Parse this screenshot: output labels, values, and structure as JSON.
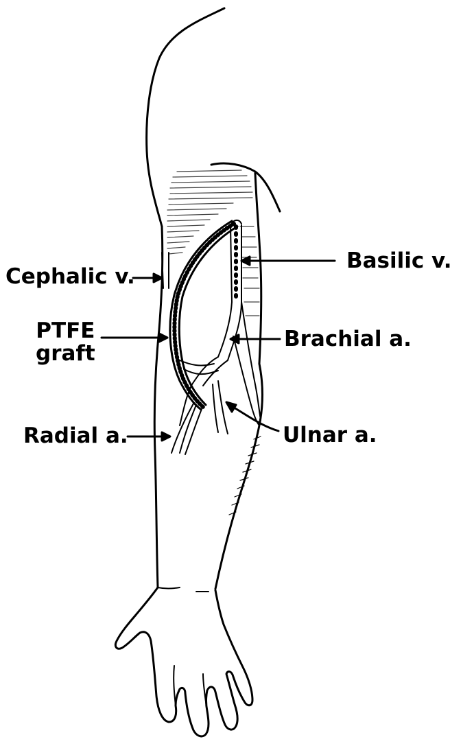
{
  "labels": {
    "cephalic": "Cephalic v.",
    "ptfe_line1": "PTFE",
    "ptfe_line2": "graft",
    "radial": "Radial a.",
    "basilic": "Basilic v.",
    "brachial": "Brachial a.",
    "ulnar": "Ulnar a."
  },
  "colors": {
    "ink": "#000000",
    "background": "#ffffff"
  }
}
